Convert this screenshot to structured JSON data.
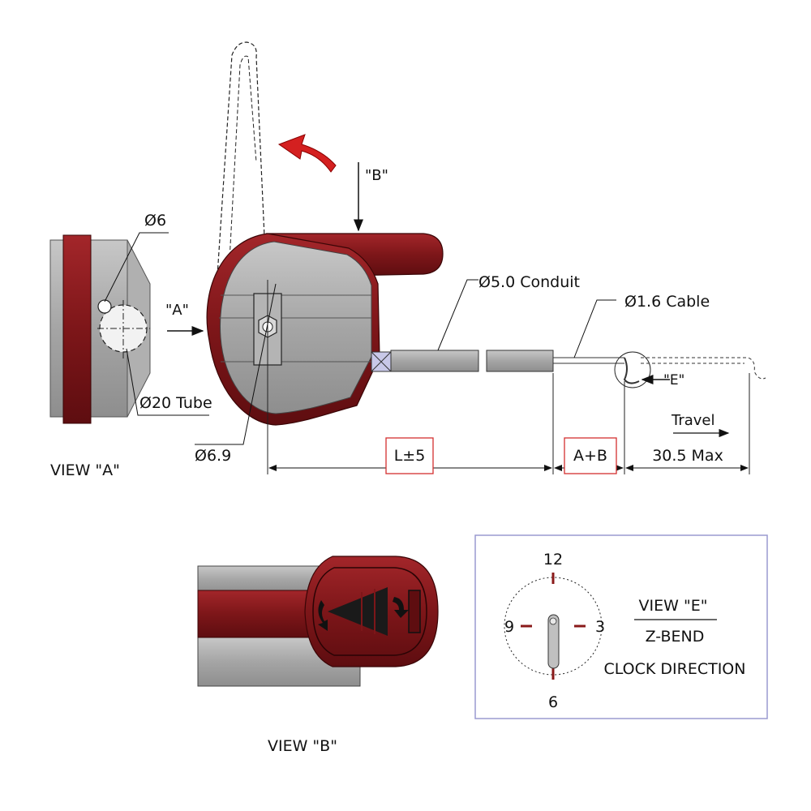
{
  "labels": {
    "dia6": "Ø6",
    "viewA_arrow": "\"A\"",
    "dia20": "Ø20 Tube",
    "viewA_caption": "VIEW \"A\"",
    "viewB_arrow": "\"B\"",
    "dia69": "Ø6.9",
    "conduit": "Ø5.0 Conduit",
    "cable": "Ø1.6 Cable",
    "viewE_arrow": "\"E\"",
    "travel": "Travel",
    "dim_L": "L±5",
    "dim_AB": "A+B",
    "dim_travel": "30.5 Max",
    "viewB_caption": "VIEW \"B\""
  },
  "clock": {
    "n12": "12",
    "n3": "3",
    "n6": "6",
    "n9": "9",
    "title": "VIEW \"E\"",
    "line2": "Z-BEND",
    "line3": "CLOCK DIRECTION"
  },
  "colors": {
    "maroon": "#7a1518",
    "steel": "#a9a9a9",
    "accent_red": "#d42020",
    "box_border": "#9a9ad0",
    "dim_box": "#d43030"
  }
}
